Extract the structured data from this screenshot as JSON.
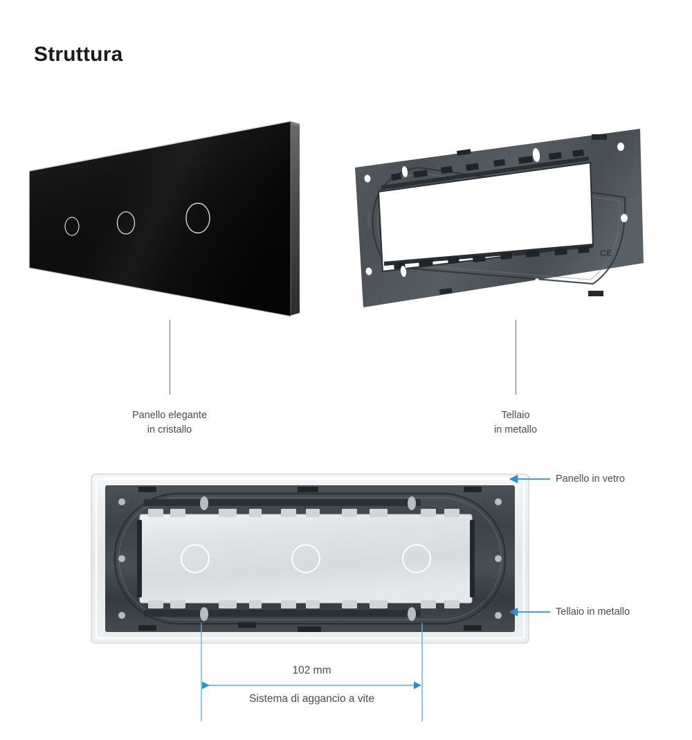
{
  "page": {
    "title": "Struttura",
    "background_color": "#ffffff"
  },
  "colors": {
    "accent_blue": "#2b8fd0",
    "leader_line": "#6b6b6b",
    "text": "#4a4a4a",
    "title_text": "#1b1b1b",
    "glass_black": "#080808",
    "metal_dark": "#3a4248",
    "panel_light": "#dde1e4"
  },
  "exploded_view": {
    "parts": [
      {
        "id": "glass-panel",
        "name": "glass-panel-perspective",
        "caption": "Panello elegante\nin cristallo",
        "touch_circles": 3
      },
      {
        "id": "metal-frame",
        "name": "metal-frame-perspective",
        "caption": "Tellaio\nin metallo",
        "marking": "CE"
      }
    ]
  },
  "assembly_view": {
    "name": "assembled-panel-with-frame",
    "touch_circles": 3,
    "callouts": [
      {
        "id": "callout-glass",
        "label": "Panello in vetro"
      },
      {
        "id": "callout-frame",
        "label": "Tellaio in metallo"
      }
    ],
    "dimension": {
      "value": "102 mm",
      "description": "Sistema di aggancio a vite"
    }
  }
}
